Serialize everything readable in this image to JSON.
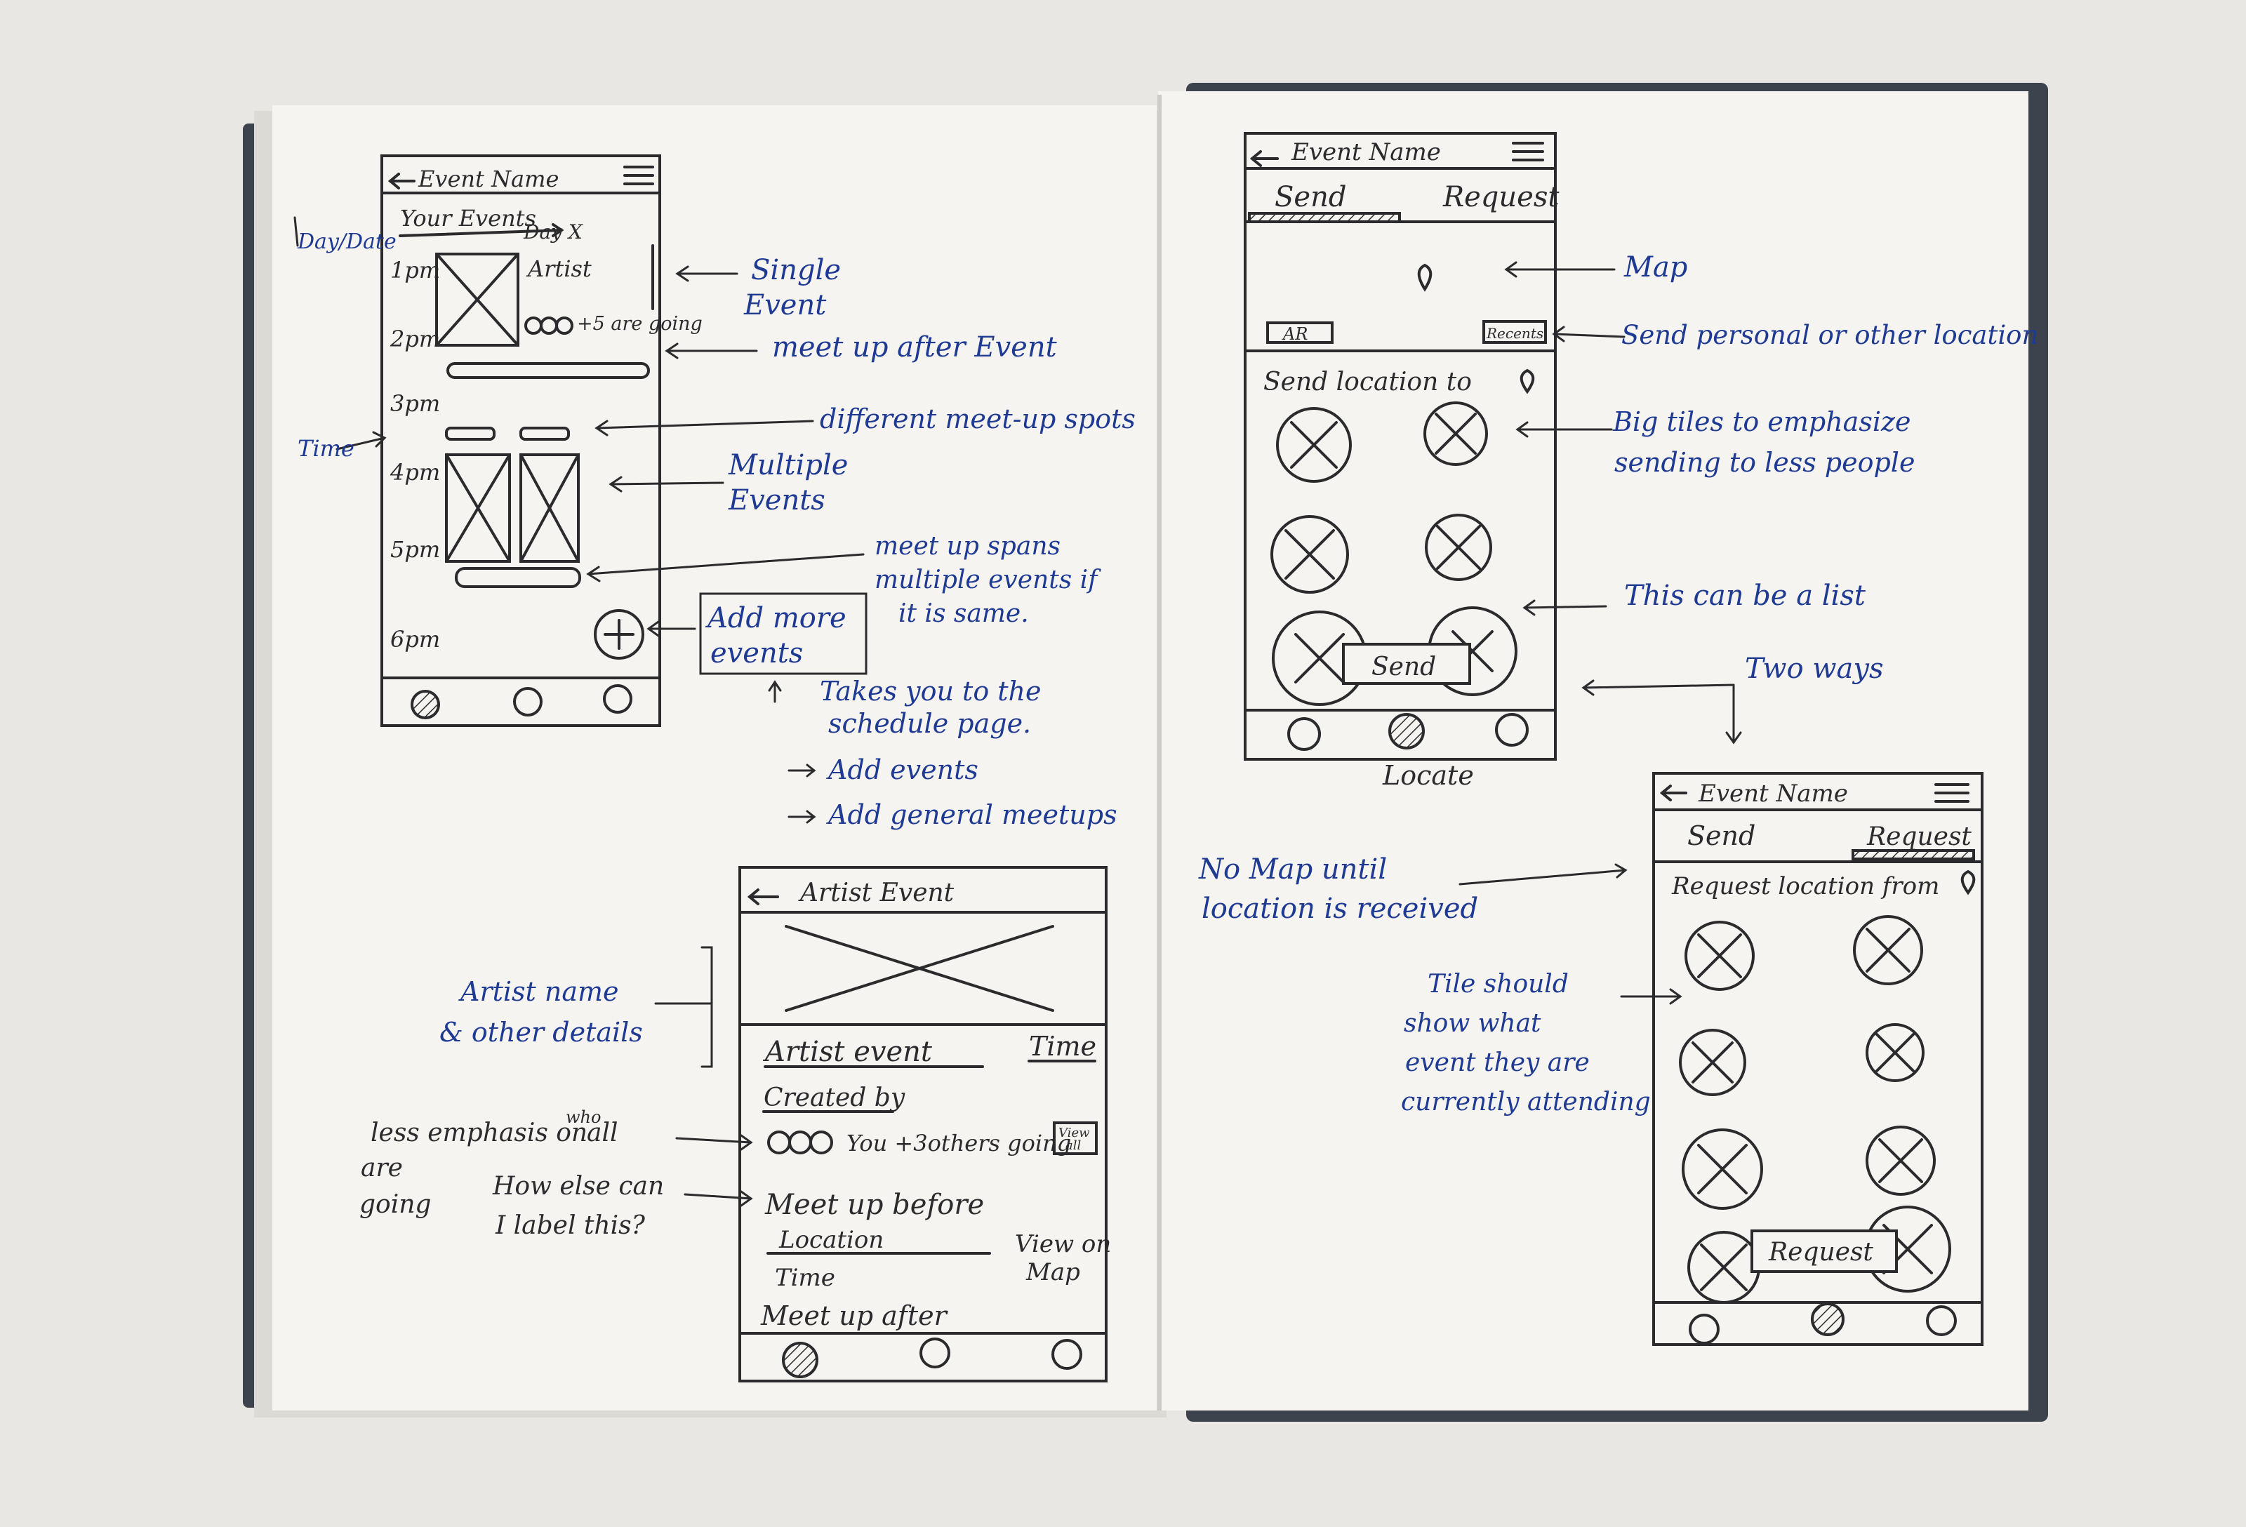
{
  "colors": {
    "table": "#e9e7e3",
    "paper": "#f5f4f0",
    "cover": "#3c434c",
    "pencil": "#2b2b2e",
    "blue_ink": "#1f3a93"
  },
  "schedule_screen": {
    "title": "Event Name",
    "subtitle": "Your Events",
    "day_label": "Day X",
    "times": [
      "1pm",
      "2pm",
      "3pm",
      "4pm",
      "5pm",
      "6pm"
    ],
    "artist_label": "Artist",
    "going_label": "+5 are going",
    "add_more": [
      "Add more",
      "events"
    ]
  },
  "schedule_notes": {
    "day_date": "Day/Date",
    "time": "Time",
    "single_event": [
      "Single",
      "Event"
    ],
    "meetup_after": "meet up after Event",
    "meetup_spots": "different meet-up spots",
    "multiple_events": [
      "Multiple",
      "Events"
    ],
    "meetup_spans": [
      "meet up spans",
      "multiple events if",
      "it is same."
    ],
    "takes_you": [
      "Takes you to the",
      "schedule page."
    ],
    "add_events": "Add events",
    "add_meetups": "Add general meetups"
  },
  "detail_screen": {
    "title": "Artist Event",
    "artist_event": "Artist event",
    "time": "Time",
    "created_by": "Created by",
    "going": "You +3others going",
    "view_all": [
      "View",
      "all"
    ],
    "meet_before": "Meet up before",
    "location": "Location",
    "time2": "Time",
    "view_on_map": [
      "View on",
      "Map"
    ],
    "meet_after": "Meet up after"
  },
  "detail_notes": {
    "artist_name": [
      "Artist name",
      "& other details"
    ],
    "less_emphasis": [
      "less emphasis on",
      "all",
      "who",
      "are",
      "going"
    ],
    "how_else": [
      "How else can",
      "I label this?"
    ]
  },
  "send_screen": {
    "title": "Event Name",
    "tab_send": "Send",
    "tab_request": "Request",
    "ar": "AR",
    "recents": "Recents",
    "send_location": "Send location to",
    "send_button": "Send"
  },
  "send_notes": {
    "map": "Map",
    "send_personal": "Send personal or other location",
    "big_tiles": [
      "Big tiles to emphasize",
      "sending to less people"
    ],
    "list": "This can be a list",
    "two_ways": "Two ways",
    "locate": "Locate"
  },
  "request_screen": {
    "title": "Event Name",
    "tab_send": "Send",
    "tab_request": "Request",
    "request_from": "Request location from",
    "request_button": "Request"
  },
  "request_notes": {
    "no_map": [
      "No Map until",
      "location is received"
    ],
    "tile_should": [
      "Tile should",
      "show what",
      "event they are",
      "currently attending"
    ]
  }
}
